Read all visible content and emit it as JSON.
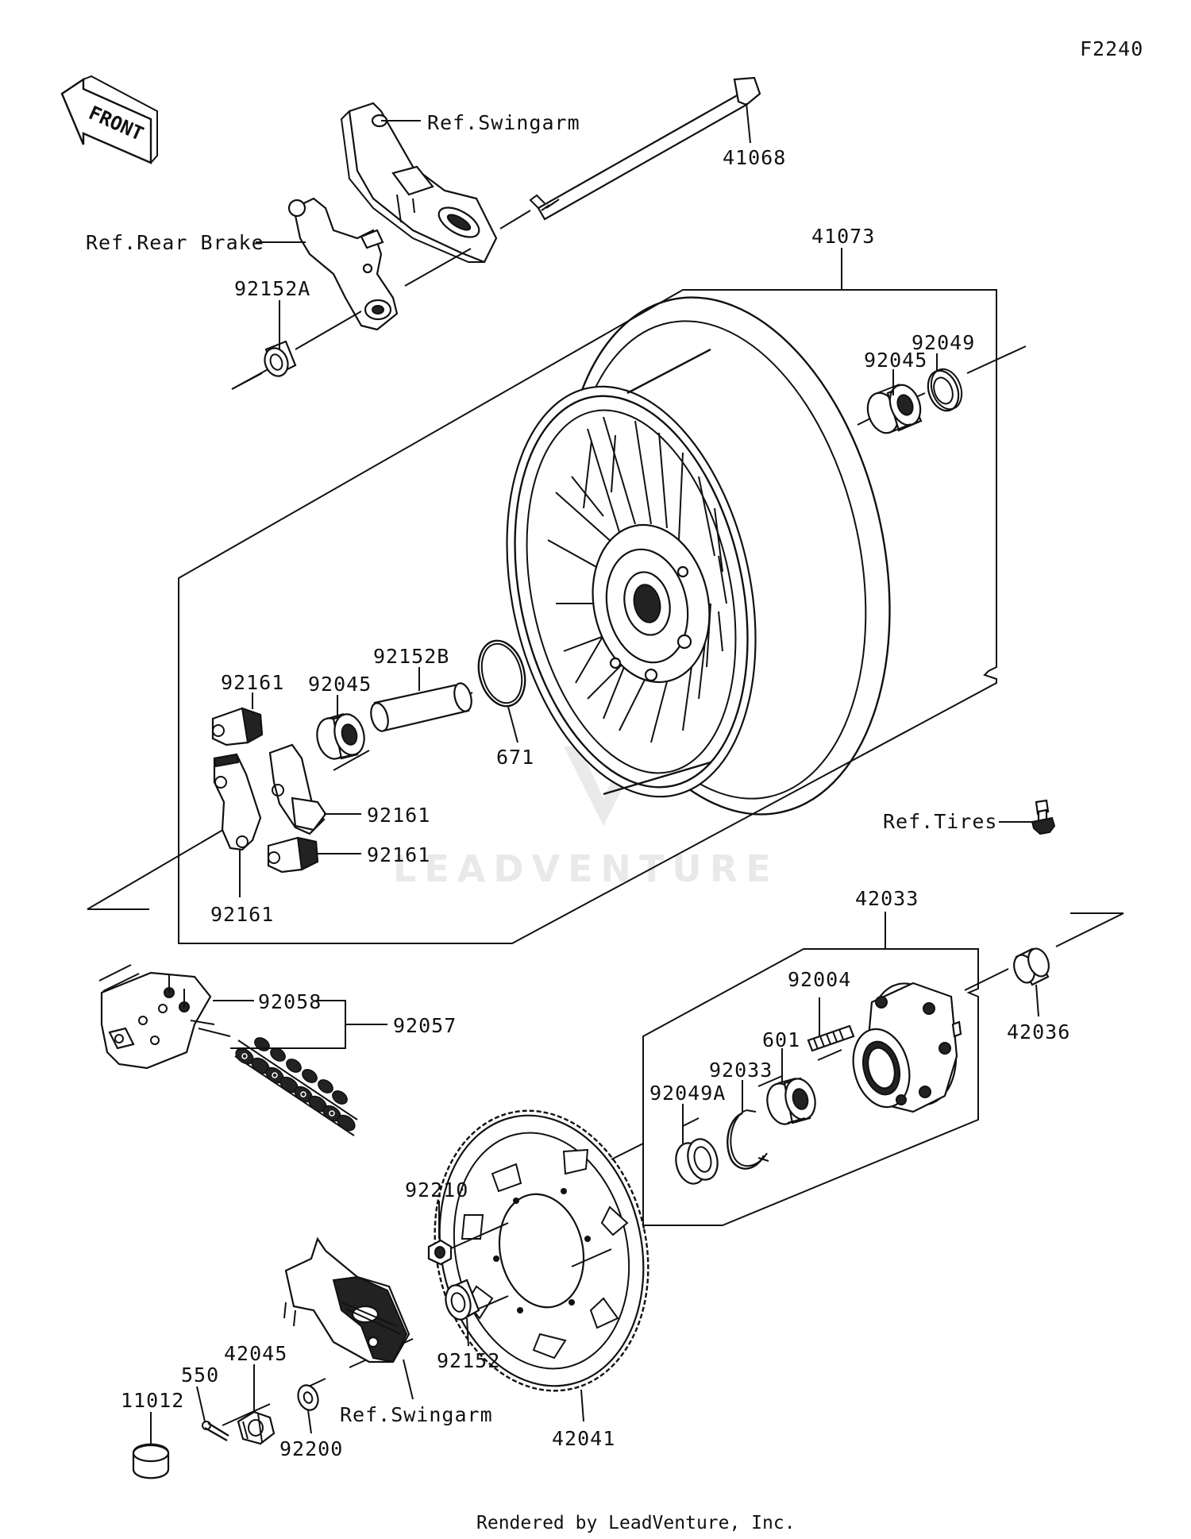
{
  "diagram_code": "F2240",
  "front_arrow_label": "FRONT",
  "watermark": "LEADVENTURE",
  "footer": "Rendered by LeadVenture, Inc.",
  "callouts": {
    "ref_swingarm_top": "Ref.Swingarm",
    "p41068": "41068",
    "ref_rear_brake": "Ref.Rear Brake",
    "p92152a": "92152A",
    "p41073": "41073",
    "p92049": "92049",
    "p92045_top": "92045",
    "p92152b": "92152B",
    "p92161_top": "92161",
    "p92045_mid": "92045",
    "p671": "671",
    "p92161_r1": "92161",
    "p92161_r2": "92161",
    "p92161_bot": "92161",
    "ref_tires": "Ref.Tires",
    "p42033": "42033",
    "p92004": "92004",
    "p42036": "42036",
    "p601": "601",
    "p92033": "92033",
    "p92049a": "92049A",
    "p92058": "92058",
    "p92057": "92057",
    "p92210": "92210",
    "p92152": "92152",
    "p42041": "42041",
    "p42045": "42045",
    "p550": "550",
    "p11012": "11012",
    "p92200": "92200",
    "ref_swingarm_bot": "Ref.Swingarm"
  }
}
